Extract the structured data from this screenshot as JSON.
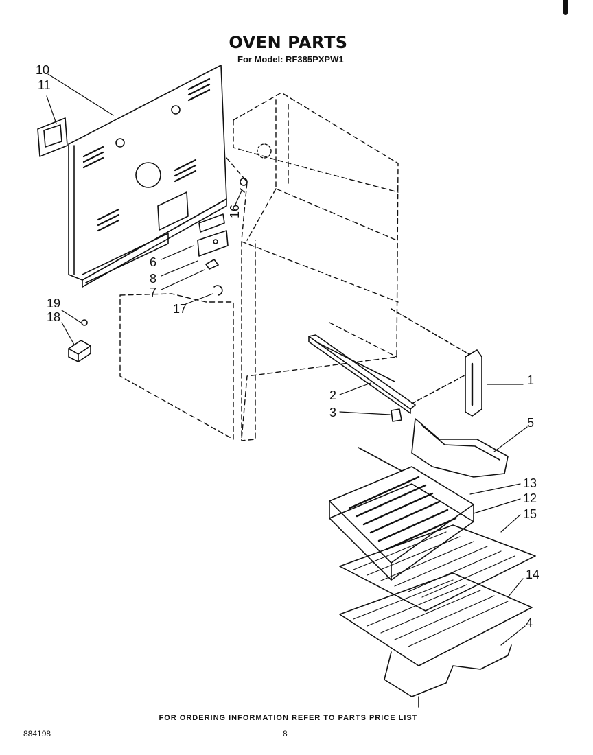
{
  "header": {
    "title": "OVEN PARTS",
    "subtitle": "For Model: RF385PXPW1"
  },
  "footer": {
    "ordering_note": "FOR ORDERING INFORMATION REFER TO PARTS PRICE LIST",
    "doc_number": "884198",
    "page_number": "8"
  },
  "callouts": {
    "p1": "1",
    "p2": "2",
    "p3": "3",
    "p4": "4",
    "p5": "5",
    "p6": "6",
    "p7": "7",
    "p8": "8",
    "p10": "10",
    "p11": "11",
    "p12": "12",
    "p13": "13",
    "p14": "14",
    "p15": "15",
    "p16": "16",
    "p17": "17",
    "p18": "18",
    "p19": "19"
  }
}
